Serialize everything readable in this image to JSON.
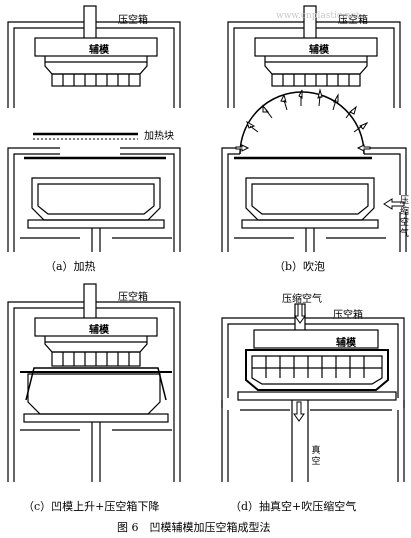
{
  "panels": {
    "a": {
      "caption": "（a）加热",
      "pressure_box": "压空箱",
      "aux_plunger": "辅模",
      "heater": "加热块"
    },
    "b": {
      "caption": "（b）吹泡",
      "pressure_box": "压空箱",
      "aux_plunger": "辅模",
      "compressed_air": "压缩空气"
    },
    "c": {
      "caption": "（c）凹模上升+压空箱下降",
      "pressure_box": "压空箱",
      "aux_plunger": "辅模"
    },
    "d": {
      "caption": "（d）抽真空+吹压缩空气",
      "compressed_air": "压缩空气",
      "pressure_box": "压空箱",
      "aux_plunger": "辅模",
      "vacuum": "真空"
    }
  },
  "figure_title": "图 6　凹模辅模加压空箱成型法",
  "watermark": "www.cnplastic.net"
}
